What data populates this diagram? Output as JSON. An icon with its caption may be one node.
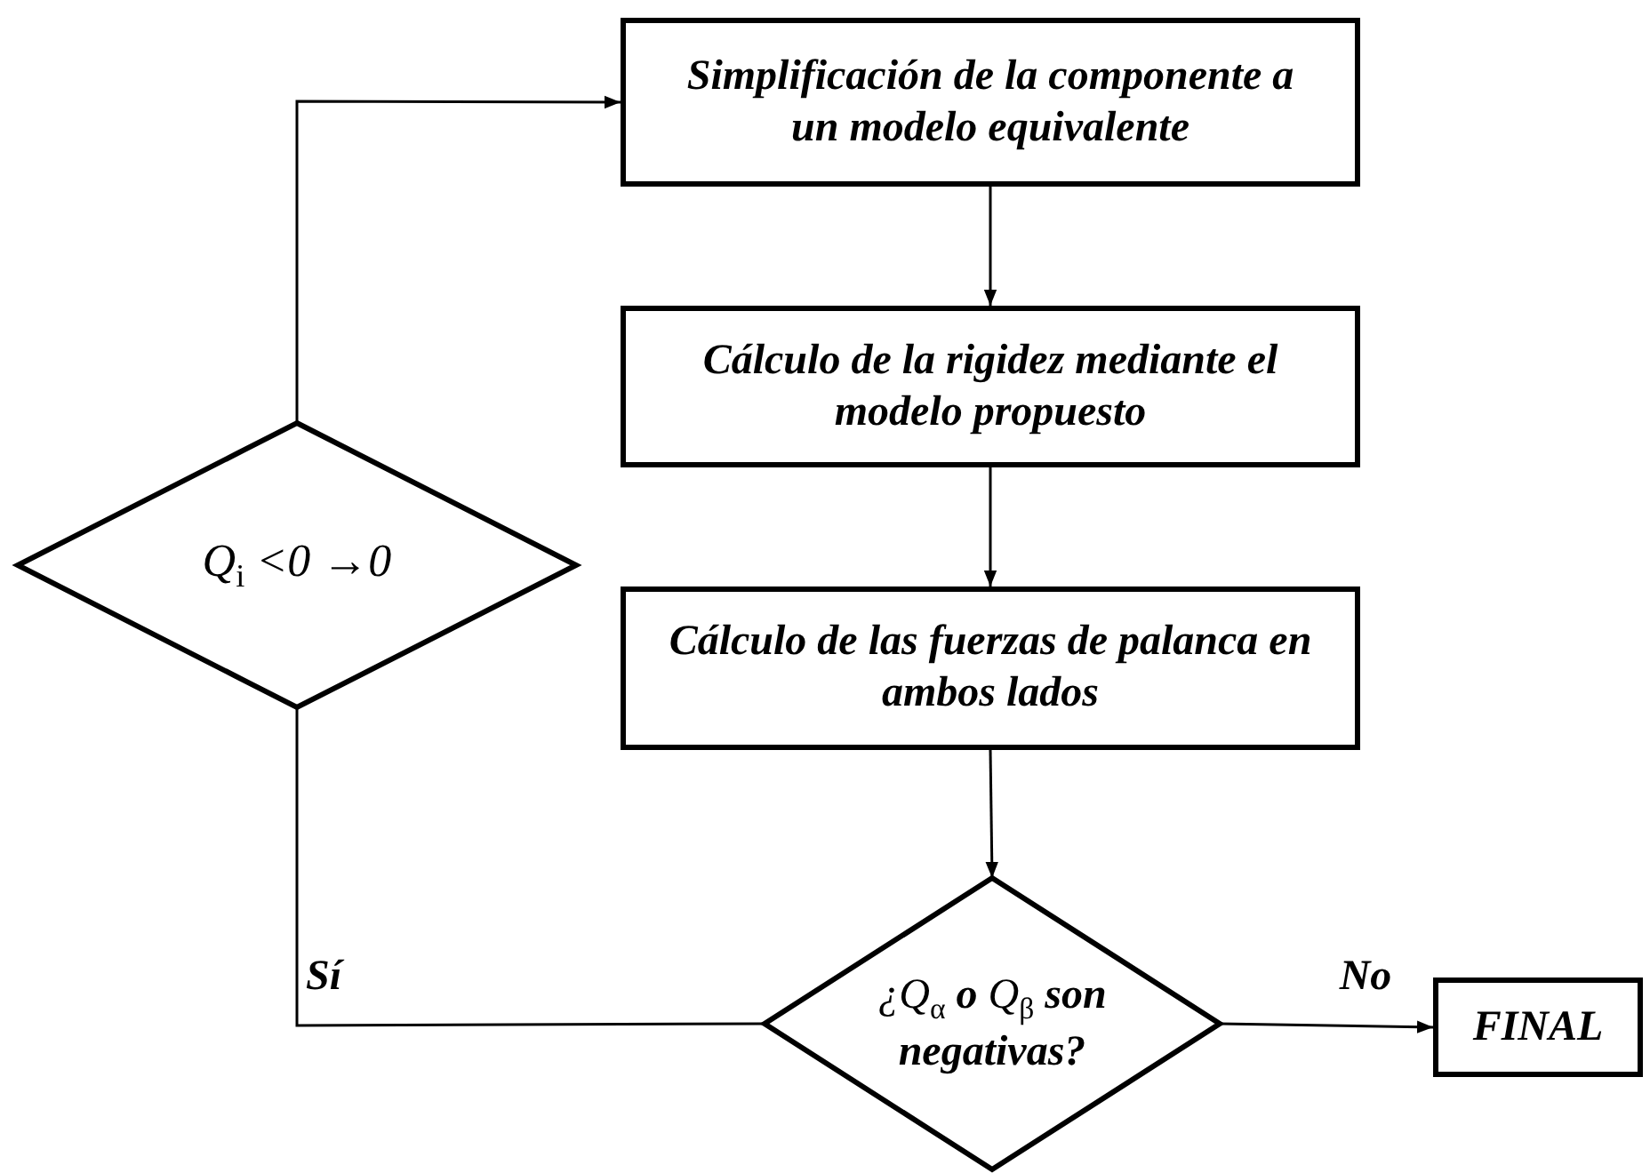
{
  "diagram": {
    "nodes": [
      {
        "text": [
          "Simplificación de la componente a un modelo equivalente"
        ]
      },
      {
        "text": [
          "Cálculo de la rigidez mediante el modelo propuesto"
        ]
      },
      {
        "text": [
          "Cálculo de las fuerzas de palanca en ambos lados"
        ]
      },
      {
        "text": [
          "¿Q$_{α}$ **o** Q$_{β}$ **son negativas?**"
        ]
      },
      {
        "text": [
          "FINAL"
        ]
      },
      {
        "text": [
          "Q$_{i}$ <0 →0"
        ]
      }
    ],
    "edges": [
      {
        "from": 0,
        "to": 1,
        "arrow": "to"
      },
      {
        "from": 1,
        "to": 2,
        "arrow": "to"
      },
      {
        "from": 2,
        "to": 3,
        "arrow": "to"
      },
      {
        "from": 3,
        "to": 4,
        "arrow": "to",
        "label": "No"
      },
      {
        "from": 3,
        "to": 5,
        "arrow": "none",
        "label": "Sí"
      },
      {
        "from": 5,
        "to": 0,
        "arrow": "to"
      }
    ]
  }
}
